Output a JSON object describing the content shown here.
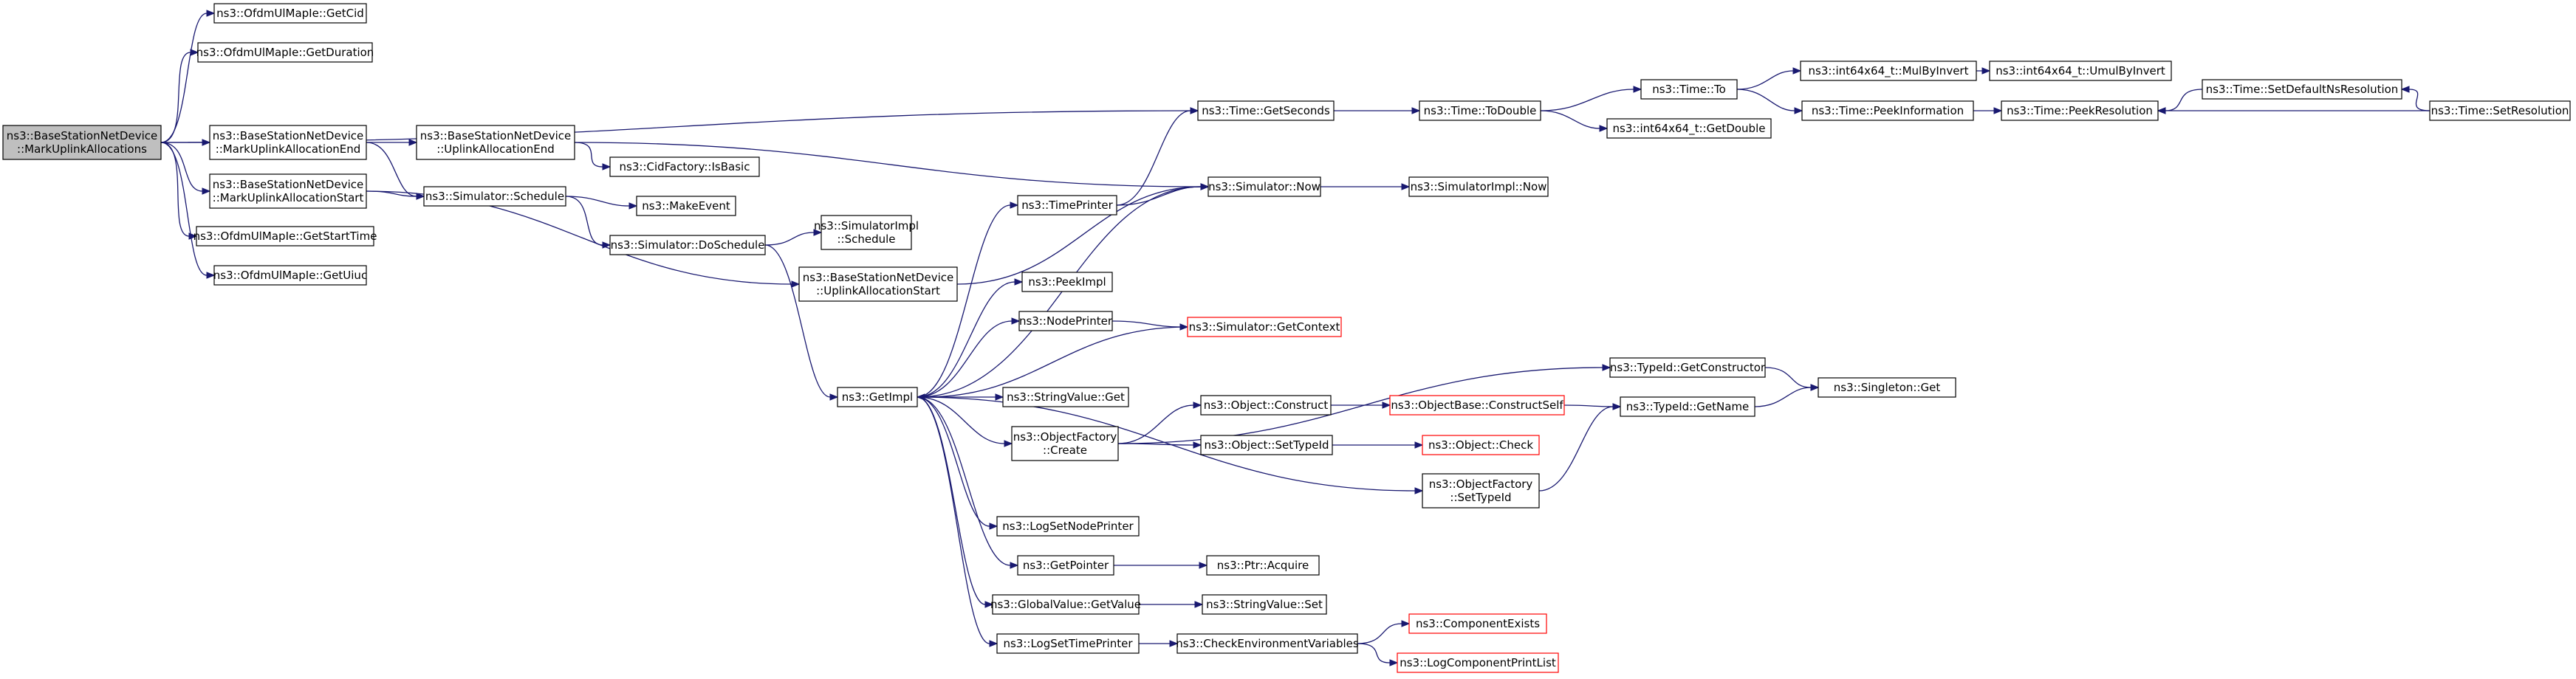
{
  "colors": {
    "edge": "#191970",
    "root_fill": "#bfbfbf",
    "truncated_border": "#ff0000",
    "node_border": "#000000"
  },
  "nodes": [
    {
      "id": "root",
      "lines": [
        "ns3::BaseStationNetDevice",
        "::MarkUplinkAllocations"
      ],
      "kind": "root"
    },
    {
      "id": "getcid",
      "lines": [
        "ns3::OfdmUlMapIe::GetCid"
      ]
    },
    {
      "id": "getduration",
      "lines": [
        "ns3::OfdmUlMapIe::GetDuration"
      ]
    },
    {
      "id": "markend",
      "lines": [
        "ns3::BaseStationNetDevice",
        "::MarkUplinkAllocationEnd"
      ]
    },
    {
      "id": "markstart",
      "lines": [
        "ns3::BaseStationNetDevice",
        "::MarkUplinkAllocationStart"
      ]
    },
    {
      "id": "getstarttime",
      "lines": [
        "ns3::OfdmUlMapIe::GetStartTime"
      ]
    },
    {
      "id": "getuiuc",
      "lines": [
        "ns3::OfdmUlMapIe::GetUiuc"
      ]
    },
    {
      "id": "uplinkend",
      "lines": [
        "ns3::BaseStationNetDevice",
        "::UplinkAllocationEnd"
      ]
    },
    {
      "id": "schedule",
      "lines": [
        "ns3::Simulator::Schedule"
      ]
    },
    {
      "id": "isbasic",
      "lines": [
        "ns3::CidFactory::IsBasic"
      ]
    },
    {
      "id": "makeevent",
      "lines": [
        "ns3::MakeEvent"
      ]
    },
    {
      "id": "doschedule",
      "lines": [
        "ns3::Simulator::DoSchedule"
      ]
    },
    {
      "id": "simimplschedule",
      "lines": [
        "ns3::SimulatorImpl",
        "::Schedule"
      ]
    },
    {
      "id": "uplinkstart",
      "lines": [
        "ns3::BaseStationNetDevice",
        "::UplinkAllocationStart"
      ]
    },
    {
      "id": "getimpl",
      "lines": [
        "ns3::GetImpl"
      ]
    },
    {
      "id": "timeprinter",
      "lines": [
        "ns3::TimePrinter"
      ]
    },
    {
      "id": "peekimpl",
      "lines": [
        "ns3::PeekImpl"
      ]
    },
    {
      "id": "nodeprinter",
      "lines": [
        "ns3::NodePrinter"
      ]
    },
    {
      "id": "stringvalueget",
      "lines": [
        "ns3::StringValue::Get"
      ]
    },
    {
      "id": "ofcreate",
      "lines": [
        "ns3::ObjectFactory",
        "::Create"
      ]
    },
    {
      "id": "logsetnodeprinter",
      "lines": [
        "ns3::LogSetNodePrinter"
      ]
    },
    {
      "id": "getpointer",
      "lines": [
        "ns3::GetPointer"
      ]
    },
    {
      "id": "gvgetvalue",
      "lines": [
        "ns3::GlobalValue::GetValue"
      ]
    },
    {
      "id": "logsettimeprinter",
      "lines": [
        "ns3::LogSetTimePrinter"
      ]
    },
    {
      "id": "timegetseconds",
      "lines": [
        "ns3::Time::GetSeconds"
      ]
    },
    {
      "id": "simnow",
      "lines": [
        "ns3::Simulator::Now"
      ]
    },
    {
      "id": "simgetcontext",
      "lines": [
        "ns3::Simulator::GetContext"
      ],
      "kind": "trunc"
    },
    {
      "id": "objconstruct",
      "lines": [
        "ns3::Object::Construct"
      ]
    },
    {
      "id": "objsettypeid",
      "lines": [
        "ns3::Object::SetTypeId"
      ]
    },
    {
      "id": "ofsettypeid",
      "lines": [
        "ns3::ObjectFactory",
        "::SetTypeId"
      ]
    },
    {
      "id": "ptracquire",
      "lines": [
        "ns3::Ptr::Acquire"
      ]
    },
    {
      "id": "svset",
      "lines": [
        "ns3::StringValue::Set"
      ]
    },
    {
      "id": "checkenv",
      "lines": [
        "ns3::CheckEnvironmentVariables"
      ]
    },
    {
      "id": "timetodouble",
      "lines": [
        "ns3::Time::ToDouble"
      ]
    },
    {
      "id": "simimplnow",
      "lines": [
        "ns3::SimulatorImpl::Now"
      ]
    },
    {
      "id": "obconstructself",
      "lines": [
        "ns3::ObjectBase::ConstructSelf"
      ],
      "kind": "trunc"
    },
    {
      "id": "objcheck",
      "lines": [
        "ns3::Object::Check"
      ],
      "kind": "trunc"
    },
    {
      "id": "componentexists",
      "lines": [
        "ns3::ComponentExists"
      ],
      "kind": "trunc"
    },
    {
      "id": "logcompprint",
      "lines": [
        "ns3::LogComponentPrintList"
      ],
      "kind": "trunc"
    },
    {
      "id": "timeto",
      "lines": [
        "ns3::Time::To"
      ]
    },
    {
      "id": "i64getdouble",
      "lines": [
        "ns3::int64x64_t::GetDouble"
      ]
    },
    {
      "id": "typeidgetconstructor",
      "lines": [
        "ns3::TypeId::GetConstructor"
      ]
    },
    {
      "id": "typeidgetname",
      "lines": [
        "ns3::TypeId::GetName"
      ]
    },
    {
      "id": "i64mulbyinvert",
      "lines": [
        "ns3::int64x64_t::MulByInvert"
      ]
    },
    {
      "id": "timepeekinfo",
      "lines": [
        "ns3::Time::PeekInformation"
      ]
    },
    {
      "id": "singletonget",
      "lines": [
        "ns3::Singleton::Get"
      ]
    },
    {
      "id": "i64umulbyinvert",
      "lines": [
        "ns3::int64x64_t::UmulByInvert"
      ]
    },
    {
      "id": "timepeekres",
      "lines": [
        "ns3::Time::PeekResolution"
      ]
    },
    {
      "id": "timesetdefault",
      "lines": [
        "ns3::Time::SetDefaultNsResolution"
      ]
    },
    {
      "id": "timesetres",
      "lines": [
        "ns3::Time::SetResolution"
      ]
    }
  ],
  "edges": [
    [
      "root",
      "getcid"
    ],
    [
      "root",
      "getduration"
    ],
    [
      "root",
      "timegetseconds"
    ],
    [
      "root",
      "markend"
    ],
    [
      "root",
      "markstart"
    ],
    [
      "root",
      "getstarttime"
    ],
    [
      "root",
      "getuiuc"
    ],
    [
      "markend",
      "uplinkend"
    ],
    [
      "markend",
      "schedule"
    ],
    [
      "markstart",
      "schedule"
    ],
    [
      "markstart",
      "uplinkstart"
    ],
    [
      "uplinkend",
      "simnow"
    ],
    [
      "uplinkend",
      "isbasic"
    ],
    [
      "schedule",
      "makeevent"
    ],
    [
      "schedule",
      "doschedule"
    ],
    [
      "doschedule",
      "simimplschedule"
    ],
    [
      "doschedule",
      "getimpl"
    ],
    [
      "uplinkstart",
      "simnow"
    ],
    [
      "getimpl",
      "timeprinter"
    ],
    [
      "getimpl",
      "peekimpl"
    ],
    [
      "getimpl",
      "nodeprinter"
    ],
    [
      "getimpl",
      "stringvalueget"
    ],
    [
      "getimpl",
      "ofcreate"
    ],
    [
      "getimpl",
      "ofsettypeid"
    ],
    [
      "getimpl",
      "logsetnodeprinter"
    ],
    [
      "getimpl",
      "getpointer"
    ],
    [
      "getimpl",
      "gvgetvalue"
    ],
    [
      "getimpl",
      "logsettimeprinter"
    ],
    [
      "getimpl",
      "simnow"
    ],
    [
      "timeprinter",
      "timegetseconds"
    ],
    [
      "timeprinter",
      "simnow"
    ],
    [
      "nodeprinter",
      "simgetcontext"
    ],
    [
      "simgetcontext",
      "getimpl"
    ],
    [
      "ofcreate",
      "typeidgetconstructor"
    ],
    [
      "ofcreate",
      "objconstruct"
    ],
    [
      "ofcreate",
      "objsettypeid"
    ],
    [
      "objconstruct",
      "obconstructself"
    ],
    [
      "objsettypeid",
      "objcheck"
    ],
    [
      "obconstructself",
      "typeidgetname"
    ],
    [
      "ofsettypeid",
      "typeidgetname"
    ],
    [
      "getpointer",
      "ptracquire"
    ],
    [
      "gvgetvalue",
      "svset"
    ],
    [
      "logsettimeprinter",
      "checkenv"
    ],
    [
      "checkenv",
      "componentexists"
    ],
    [
      "checkenv",
      "logcompprint"
    ],
    [
      "timegetseconds",
      "timetodouble"
    ],
    [
      "simnow",
      "simimplnow"
    ],
    [
      "timetodouble",
      "timeto"
    ],
    [
      "timetodouble",
      "i64getdouble"
    ],
    [
      "timeto",
      "i64mulbyinvert"
    ],
    [
      "timeto",
      "timepeekinfo"
    ],
    [
      "i64mulbyinvert",
      "i64umulbyinvert"
    ],
    [
      "timepeekinfo",
      "timepeekres"
    ],
    [
      "typeidgetconstructor",
      "singletonget"
    ],
    [
      "typeidgetname",
      "singletonget"
    ],
    [
      "timesetres",
      "timesetdefault"
    ],
    [
      "timesetdefault",
      "timepeekres"
    ],
    [
      "timesetres",
      "timepeekres"
    ]
  ]
}
